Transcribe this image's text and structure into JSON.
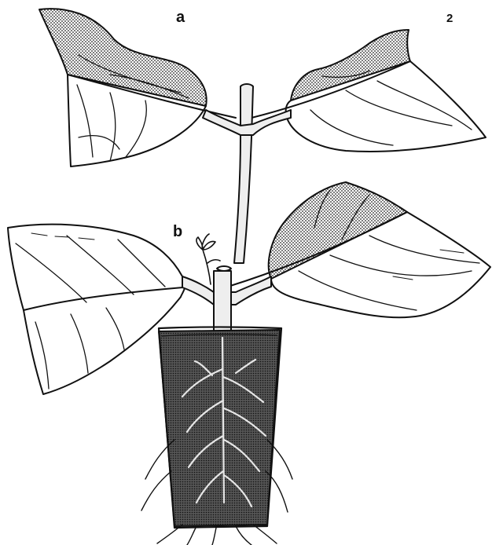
{
  "labels": {
    "a": "a",
    "b": "b",
    "figure_number": "2"
  },
  "colors": {
    "ink": "#111111",
    "stem": "#eeeeee",
    "soil": "#3a3a3a",
    "roots": "#e6e6e6"
  }
}
